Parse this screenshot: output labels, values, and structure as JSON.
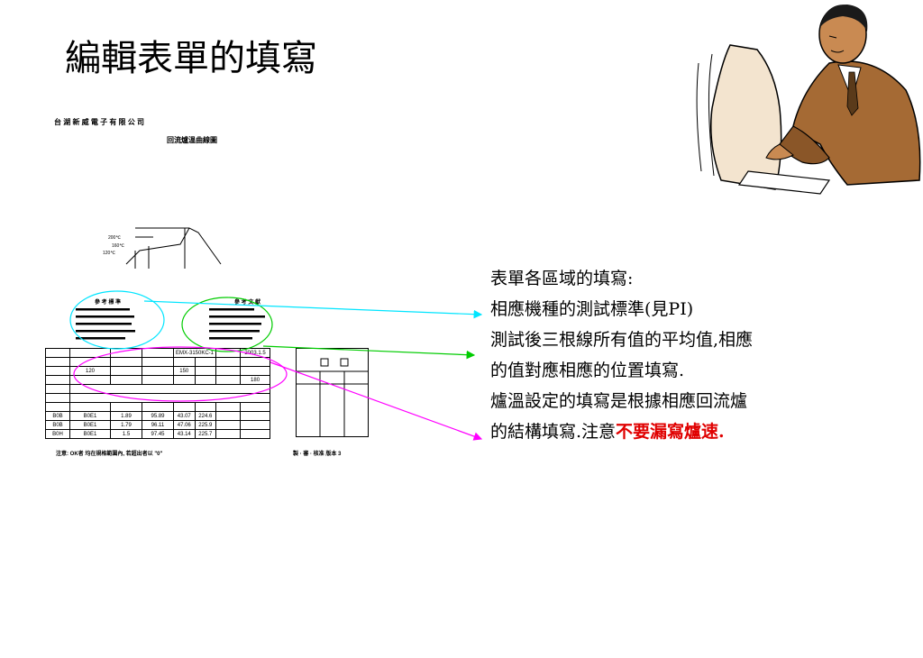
{
  "title": "編輯表單的填寫",
  "form": {
    "company": "台 湖 新 威 電 子 有 限 公 司",
    "form_title": "回流爐溫曲線圖",
    "footer_left": "注意: OK者 均在規格範圍內, 若超出者以 \"0\"",
    "footer_right": "製 · 審 · 核准 版本 3",
    "profile_labels": {
      "t200": "200℃",
      "t160": "160℃",
      "t120": "120℃"
    },
    "std_left_title": "參 考 標 準",
    "std_right_title": "參 考 文 獻",
    "table_rows": [
      [
        "B0B",
        "B0E1",
        "1.89",
        "95.89",
        "43.07",
        "224.6"
      ],
      [
        "B0B",
        "B0E1",
        "1.79",
        "96.11",
        "47.06",
        "225.9"
      ],
      [
        "B0H",
        "B0E1",
        "1.5",
        "97.45",
        "43.14",
        "225.7"
      ]
    ],
    "model": "EMX-3150KC-1",
    "date": "2003.1.5",
    "zone_value": "120",
    "zone_value2": "150",
    "zone_value3": "180"
  },
  "description": {
    "line1": "表單各區域的填寫:",
    "line2": "相應機種的測試標準(見PI)",
    "line3": "測試後三根線所有值的平均值,相應",
    "line4": "的值對應相應的位置填寫.",
    "line5": "爐溫設定的填寫是根據相應回流爐",
    "line6_prefix": " 的結構填寫.注意",
    "line6_emphasis": "不要漏寫爐速."
  },
  "colors": {
    "cyan_arrow": "#00e5ff",
    "green_arrow": "#00cc00",
    "magenta_arrow": "#ff00ff",
    "emphasis": "#e00000"
  }
}
